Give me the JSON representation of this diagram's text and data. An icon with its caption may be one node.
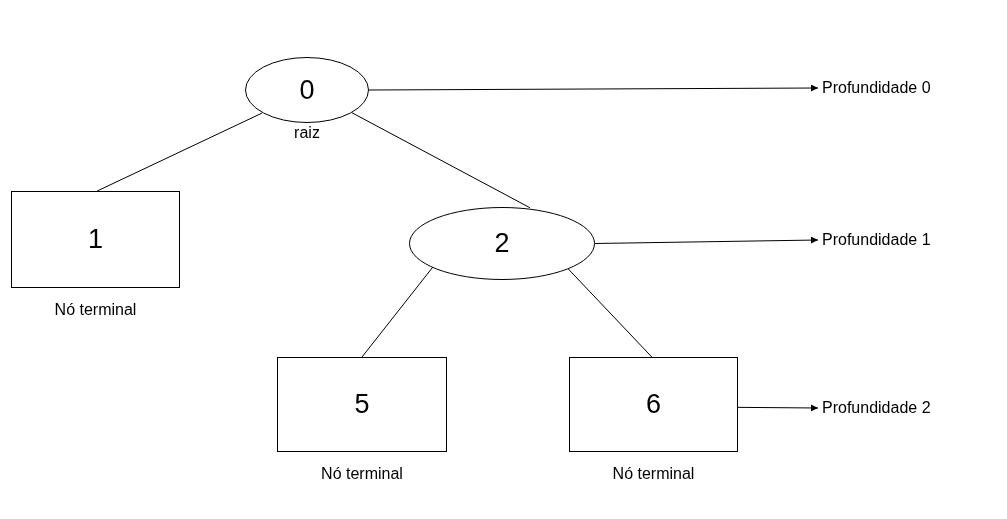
{
  "diagram": {
    "nodes": [
      {
        "text": [
          "0"
        ],
        "beside": [
          "raiz"
        ]
      },
      {
        "text": [
          "1"
        ],
        "beside": [
          "Nó terminal"
        ]
      },
      {
        "text": [
          "2"
        ]
      },
      {
        "text": [
          "5"
        ],
        "beside": [
          "Nó terminal"
        ]
      },
      {
        "text": [
          "6"
        ],
        "beside": [
          "Nó terminal"
        ]
      },
      {
        "text": [
          "Profundidade 0"
        ]
      },
      {
        "text": [
          "Profundidade 1"
        ]
      },
      {
        "text": [
          "Profundidade 2"
        ]
      }
    ],
    "edges": [
      {
        "from": 0,
        "to": 1,
        "arrow": "none"
      },
      {
        "from": 0,
        "to": 2,
        "arrow": "none"
      },
      {
        "from": 2,
        "to": 3,
        "arrow": "none"
      },
      {
        "from": 2,
        "to": 4,
        "arrow": "none"
      },
      {
        "from": 0,
        "to": 5,
        "arrow": "to"
      },
      {
        "from": 2,
        "to": 6,
        "arrow": "to"
      },
      {
        "from": 4,
        "to": 7,
        "arrow": "to"
      }
    ]
  }
}
